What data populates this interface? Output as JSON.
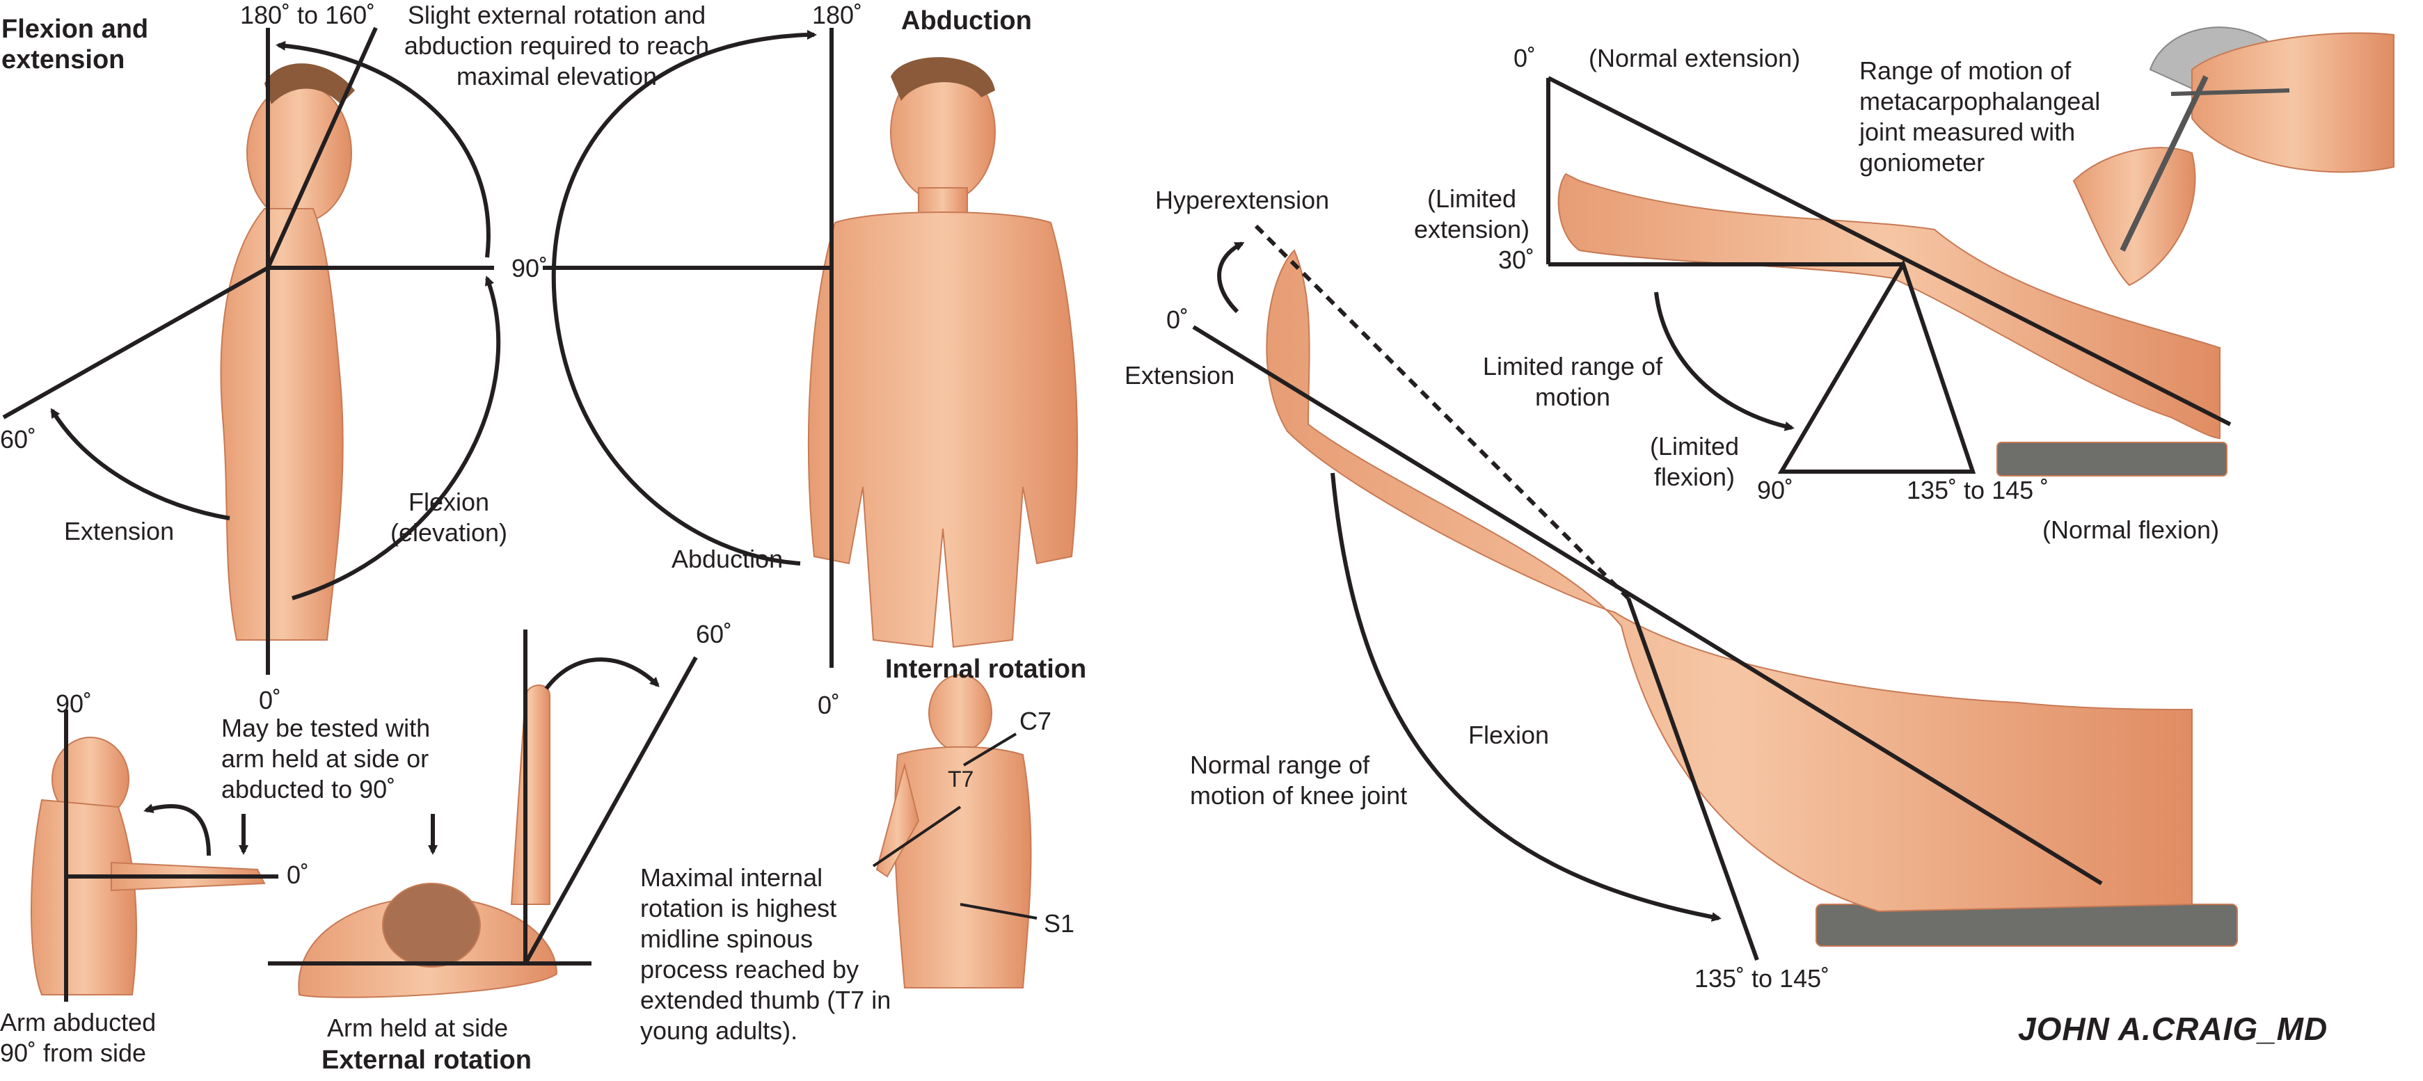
{
  "shoulder": {
    "flexion_title": "Flexion and extension",
    "flex_top": "180˚ to 160˚",
    "flex_note": "Slight external rotation and abduction required to reach maximal elevation",
    "deg60": "60˚",
    "extension": "Extension",
    "flexion_elev": "Flexion (elevation)",
    "deg0_a": "0˚",
    "abduction_title": "Abduction",
    "abd_180": "180˚",
    "abd_90": "90˚",
    "abduction_label": "Abduction",
    "abd_0": "0˚",
    "ext_rot_90": "90˚",
    "ext_rot_0": "0˚",
    "tested_note": "May be tested with arm held at side or abducted to 90˚",
    "arm_abducted": "Arm abducted 90˚ from side",
    "arm_side": "Arm held at side",
    "external_rotation_title": "External rotation",
    "ext_rot_60": "60˚",
    "internal_rotation_title": "Internal rotation",
    "c7": "C7",
    "t7": "T7",
    "s1": "S1",
    "int_note": "Maximal internal rotation is highest midline spinous process reached by extended thumb (T7 in young adults)."
  },
  "knee": {
    "hyperextension": "Hyperextension",
    "zero": "0˚",
    "extension": "Extension",
    "flexion": "Flexion",
    "normal_range": "Normal range of motion of knee joint",
    "range_135": "135˚ to  145˚"
  },
  "inset": {
    "zero": "0˚",
    "normal_ext": "(Normal extension)",
    "limited_ext": "(Limited extension)",
    "thirty": "30˚",
    "limited_range": "Limited range of motion",
    "limited_flex": "(Limited flexion)",
    "ninety": "90˚",
    "range_135": "135˚ to  145 ˚",
    "normal_flex": "(Normal flexion)",
    "goniometer_note": "Range of motion of metacarpophalangeal joint measured with goniometer"
  },
  "signature": "JOHN A.CRAIG_MD",
  "colors": {
    "skin": "#f0b48c",
    "skin_shadow": "#d98a62",
    "line": "#231f20",
    "platform": "#6e6e6a"
  }
}
